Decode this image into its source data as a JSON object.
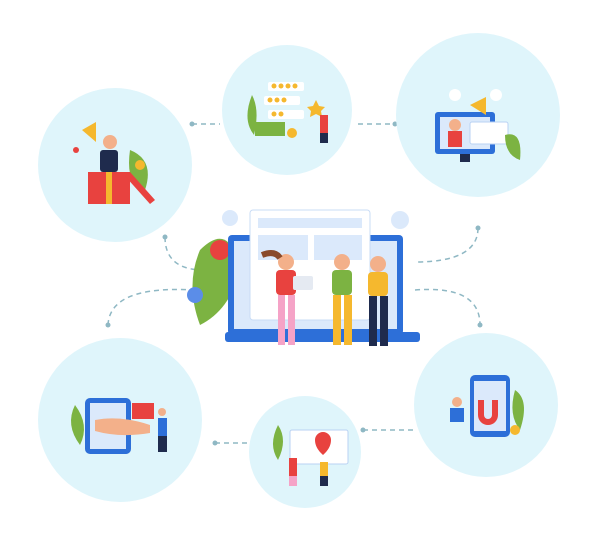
{
  "colors": {
    "circle_bg": "#dff5fb",
    "connector": "#8fb8c4",
    "screen_blue": "#2d6fd8",
    "screen_light": "#dbe9fb",
    "accent_red": "#e8423f",
    "accent_yellow": "#f5b82e",
    "leaf_green": "#7cb342",
    "skin": "#f3b08a",
    "dark": "#1f2b4d"
  },
  "scenes": [
    {
      "id": "gift-promotion",
      "icon": "gift-megaphone-icon"
    },
    {
      "id": "reviews-rating",
      "icon": "star-rating-icon"
    },
    {
      "id": "online-advertising",
      "icon": "monitor-megaphone-icon"
    },
    {
      "id": "tablet-offer",
      "icon": "tablet-gift-icon"
    },
    {
      "id": "location-marketing",
      "icon": "map-pin-icon"
    },
    {
      "id": "customer-magnet",
      "icon": "phone-magnet-icon"
    }
  ],
  "center": {
    "id": "team-collaboration",
    "icon": "laptop-team-icon"
  }
}
